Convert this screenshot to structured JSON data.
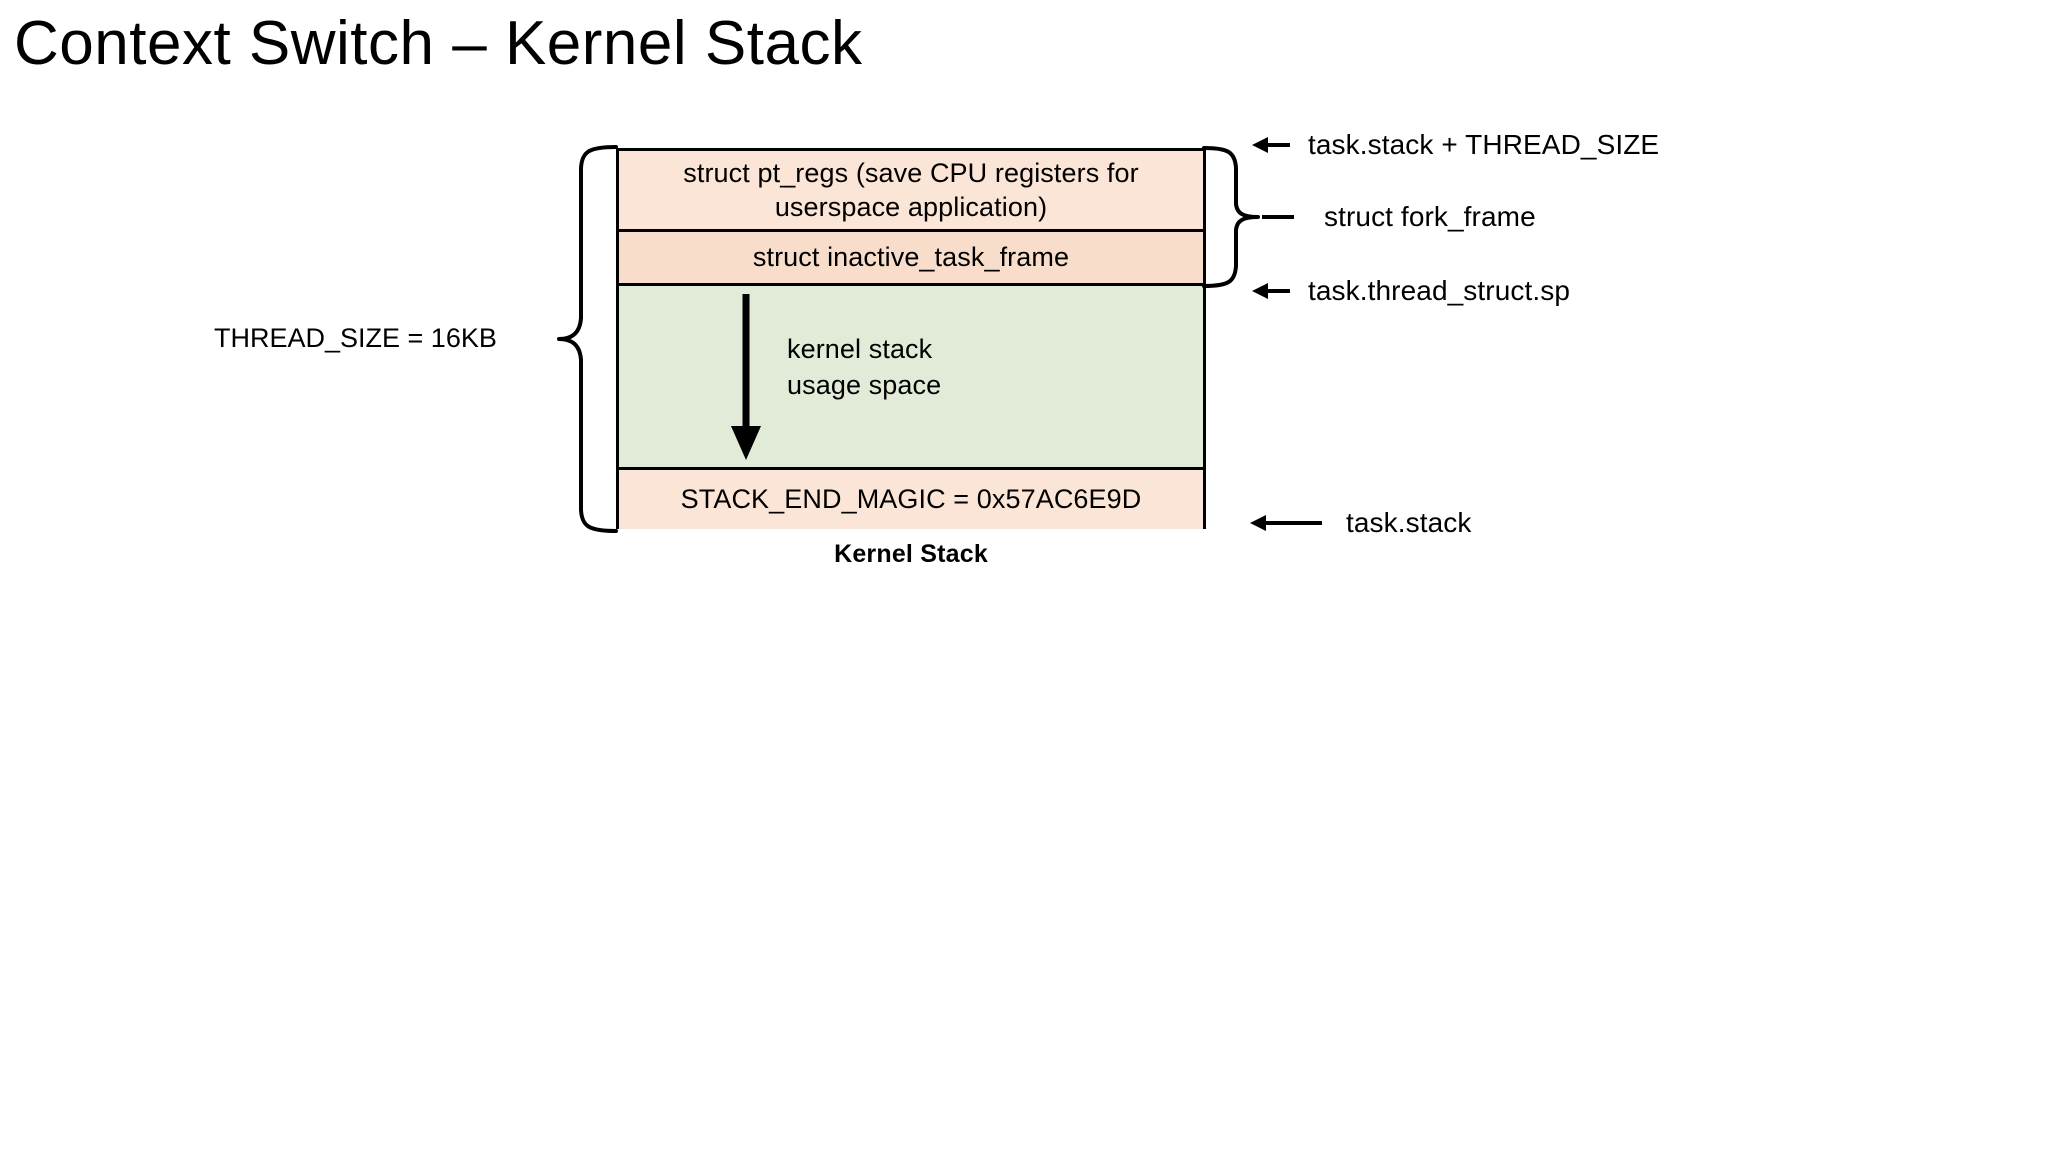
{
  "slide": {
    "title": "Context Switch – Kernel Stack",
    "background_color": "#ffffff"
  },
  "diagram": {
    "caption": "Kernel Stack",
    "colors": {
      "pt_regs_fill": "#fbe5d6",
      "inactive_task_frame_fill": "#f8ddcb",
      "usage_space_fill": "#e2ebd8",
      "stack_end_magic_fill": "#fbe5d6",
      "outline": "#000000"
    },
    "boxes": [
      {
        "id": "pt_regs",
        "label": "struct pt_regs (save CPU registers for userspace application)"
      },
      {
        "id": "inactive_task_frame",
        "label": "struct inactive_task_frame"
      },
      {
        "id": "usage_space",
        "label": "kernel stack\nusage space"
      },
      {
        "id": "stack_end_magic",
        "label": "STACK_END_MAGIC = 0x57AC6E9D"
      }
    ],
    "left_brace_label": "THREAD_SIZE = 16KB",
    "right_brace_label": "struct fork_frame",
    "callouts": [
      {
        "id": "top",
        "label": "task.stack + THREAD_SIZE",
        "icon": "arrow-left-icon"
      },
      {
        "id": "fork_frame",
        "label": "struct fork_frame",
        "icon": "brace-tick-icon"
      },
      {
        "id": "thread_struct_sp",
        "label": "task.thread_struct.sp",
        "icon": "arrow-left-icon"
      },
      {
        "id": "task_stack",
        "label": "task.stack",
        "icon": "arrow-left-icon"
      }
    ],
    "usage_arrow_direction": "down"
  }
}
